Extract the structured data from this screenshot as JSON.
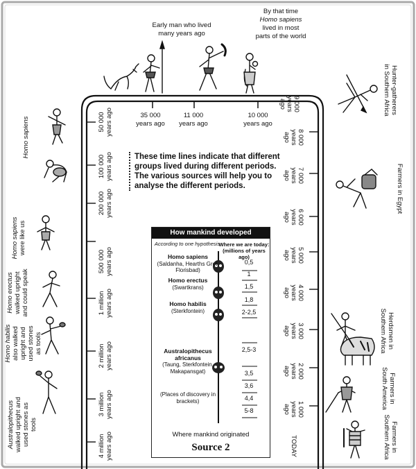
{
  "top_captions": {
    "early_man": [
      "Early man who lived",
      "many years ago"
    ],
    "homo_sapiens_line1": "By that time",
    "homo_sapiens_line2": "Homo sapiens",
    "homo_sapiens_line3": "lived in most",
    "homo_sapiens_line4": "parts of the world"
  },
  "top_timeline": [
    {
      "number": "35 000",
      "unit": "years ago"
    },
    {
      "number": "11 000",
      "unit": "years ago"
    },
    {
      "number": "10 000",
      "unit": "years ago"
    }
  ],
  "left_timeline": [
    [
      "50 000",
      "years ago"
    ],
    [
      "100 000",
      "years ago"
    ],
    [
      "200 000",
      "years ago"
    ],
    [
      "500 000",
      "years ago"
    ],
    [
      "1 million",
      "years ago"
    ],
    [
      "2 million",
      "years ago"
    ],
    [
      "3 million",
      "years ago"
    ],
    [
      "4 million",
      "years ago"
    ]
  ],
  "left_labels": [
    [
      "Homo sapiens"
    ],
    [
      "Homo sapiens",
      "were like us"
    ],
    [
      "Homo erectus",
      "walked upright",
      "and could speak"
    ],
    [
      "Homo habilis",
      "also walked",
      "upright and",
      "used stones",
      "as tools"
    ],
    [
      "Australopithecus",
      "walked upright and",
      "used stones as",
      "tools"
    ]
  ],
  "right_timeline": [
    [
      "9 000",
      "years",
      "ago"
    ],
    [
      "8 000",
      "years",
      "ago"
    ],
    [
      "7 000",
      "years",
      "ago"
    ],
    [
      "6 000",
      "years",
      "ago"
    ],
    [
      "5 000",
      "years",
      "ago"
    ],
    [
      "4 000",
      "years",
      "ago"
    ],
    [
      "3 000",
      "years",
      "ago"
    ],
    [
      "2 000",
      "years",
      "ago"
    ],
    [
      "1 000",
      "years",
      "ago"
    ],
    [
      "TODAY"
    ]
  ],
  "right_labels": [
    [
      "Hunter-gatherers",
      "in Southern Africa"
    ],
    [
      "Farmers in Egypt"
    ],
    [
      "Herdsmen in",
      "Southern Africa"
    ],
    [
      "Farmers in",
      "South America"
    ],
    [
      "Farmers in",
      "Southern Africa"
    ]
  ],
  "note": "These time lines indicate that different groups lived during different periods. The various sources will help you to analyse the different periods.",
  "box": {
    "title": "How mankind developed",
    "hypothesis": "According to one hypothesis",
    "where_today": "Where we are today:",
    "millions": "(millions of years ago)",
    "groups": [
      {
        "name": "Homo sapiens",
        "places": "(Saldanha, Hearths Grot, Florisbad)"
      },
      {
        "name": "Homo erectus",
        "places": "(Swartkrans)"
      },
      {
        "name": "Homo habilis",
        "places": "(Sterkfontein)"
      },
      {
        "name": "Australopithecus africanus",
        "places": "(Taung, Sterkfontein, Makapansgat)"
      }
    ],
    "places_note": "(Places of discovery in brackets)",
    "values": [
      "0,5",
      "1",
      "1,5",
      "1,8",
      "2-2,5",
      "2,5-3",
      "3,5",
      "3,6",
      "4,4",
      "5-8"
    ],
    "footer": "Where mankind originated",
    "source": "Source 2"
  }
}
